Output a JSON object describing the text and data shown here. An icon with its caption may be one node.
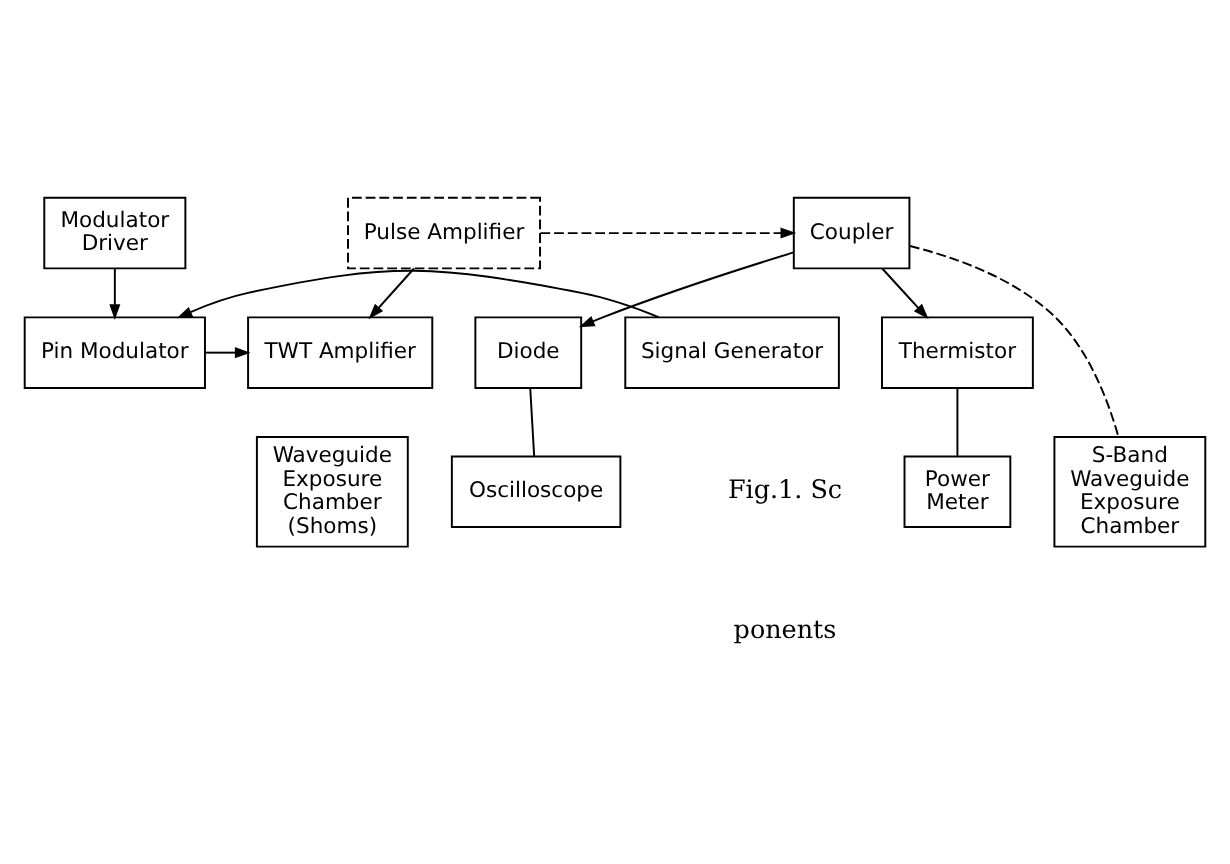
{
  "diagram": {
    "nodes": [
      {
        "text": [
          "Modulator Driver"
        ]
      },
      {
        "text": [
          "Signal Generator"
        ]
      },
      {
        "text": [
          "Pin Modulator"
        ]
      },
      {
        "text": [
          "TWT Amplifier"
        ]
      },
      {
        "text": [
          "Pulse Amplifier"
        ]
      },
      {
        "text": [
          "Coupler"
        ]
      },
      {
        "text": [
          "Diode"
        ]
      },
      {
        "text": [
          "Thermistor"
        ]
      },
      {
        "text": [
          "Waveguide Exposure Chamber (Shoms)"
        ]
      },
      {
        "text": [
          "S-Band Waveguide Exposure Chamber"
        ]
      },
      {
        "text": [
          "Oscilloscope"
        ]
      },
      {
        "text": [
          "Power Meter"
        ]
      }
    ],
    "edges": [
      {
        "from": 0,
        "to": 2,
        "arrow": "to"
      },
      {
        "from": 1,
        "to": 2,
        "arrow": "to"
      },
      {
        "from": 2,
        "to": 3,
        "arrow": "to"
      },
      {
        "from": 4,
        "to": 3,
        "arrow": "to"
      },
      {
        "from": 4,
        "to": 5,
        "arrow": "to",
        "style": "dashed"
      },
      {
        "from": 5,
        "to": 9,
        "arrow": "none",
        "style": "dashed"
      },
      {
        "from": 5,
        "to": 6,
        "arrow": "to"
      },
      {
        "from": 5,
        "to": 7,
        "arrow": "to"
      },
      {
        "from": 6,
        "to": 10,
        "arrow": "none"
      },
      {
        "from": 7,
        "to": 11,
        "arrow": "none"
      }
    ],
    "labels": [
      "Fig.1. Sc",
      "ponents"
    ]
  }
}
